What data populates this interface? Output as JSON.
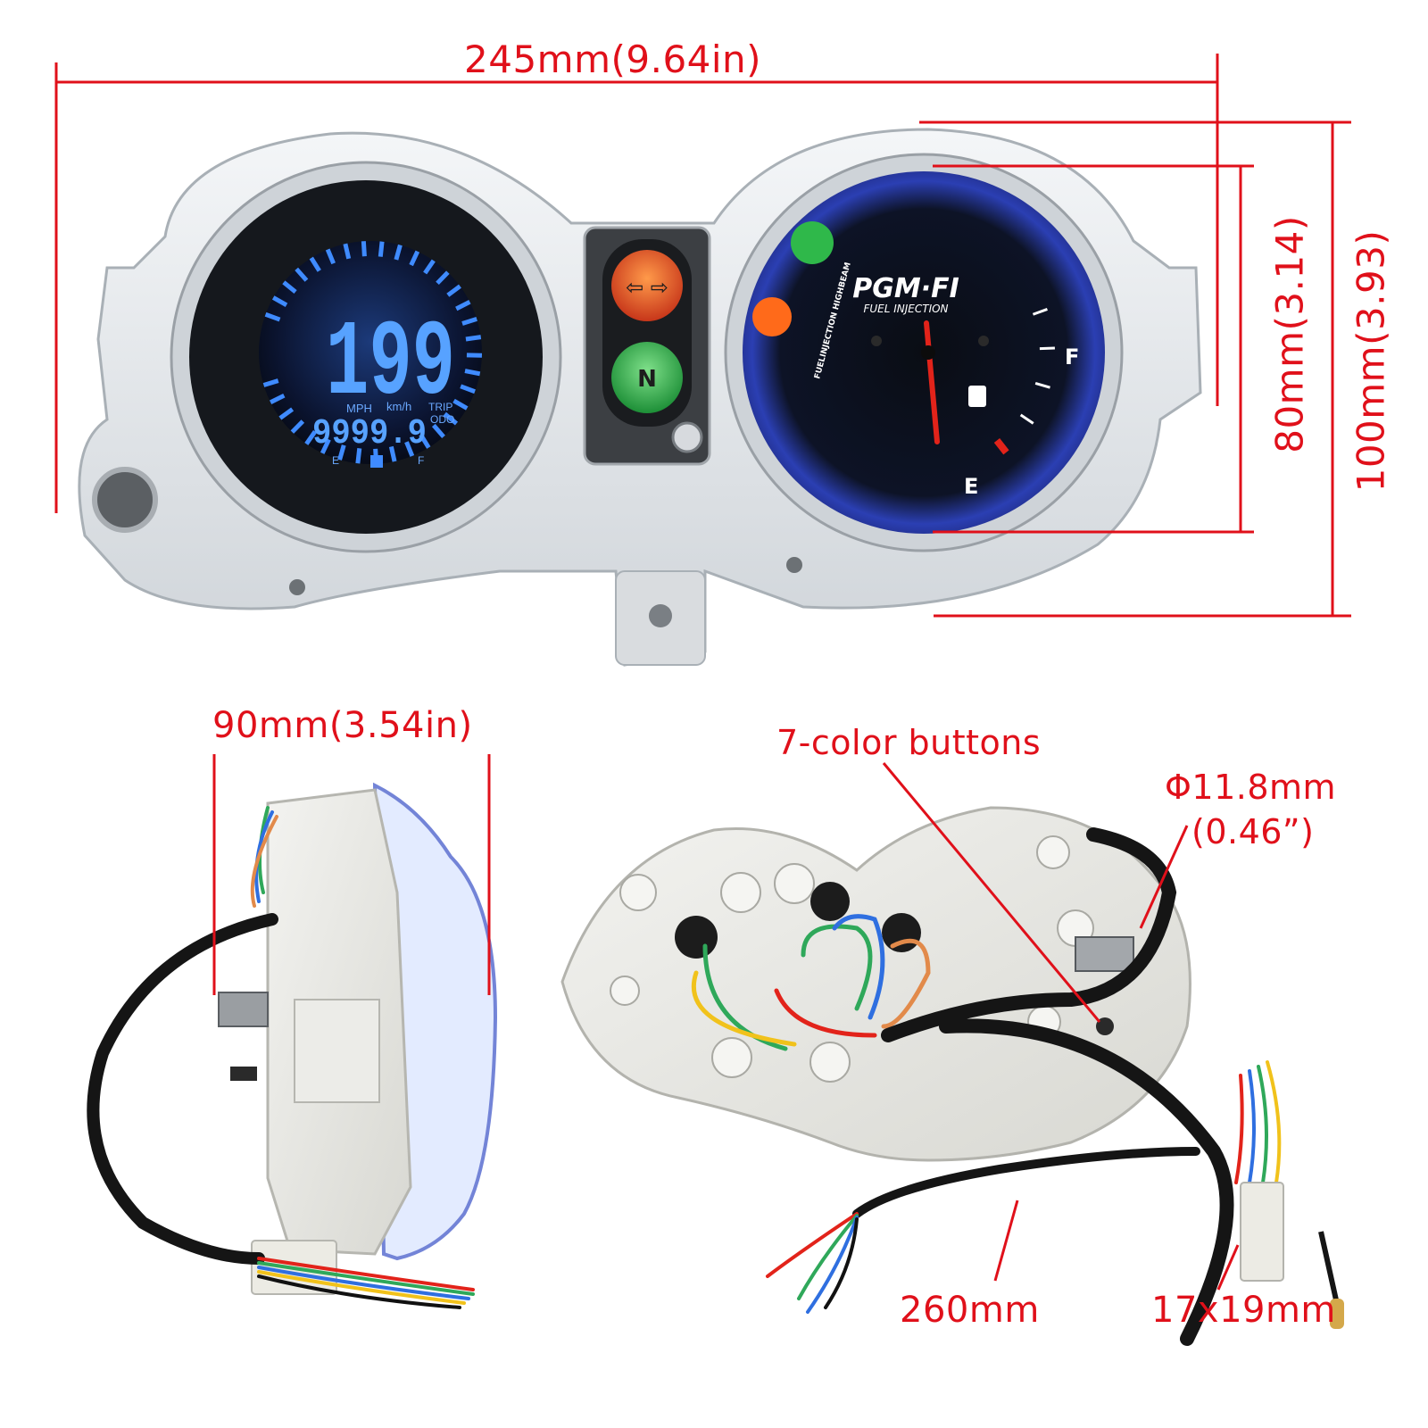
{
  "dimensions": {
    "overall_width": "245mm(9.64in)",
    "gauge_height": "80mm(3.14)",
    "overall_height": "100mm(3.93)",
    "depth": "90mm(3.54in)",
    "bolt_diameter_mm": "Φ11.8mm",
    "bolt_diameter_in": "(0.46”)",
    "cable_length": "260mm",
    "connector_size": "17x19mm"
  },
  "callouts": {
    "buttons": "7-color buttons"
  },
  "lcd": {
    "speed": "199",
    "unit_mph": "MPH",
    "unit_kmh": "km/h",
    "odometer": "9999.9",
    "trip": "TRIP",
    "odo": "ODO",
    "fuel_e": "E",
    "fuel_f": "F"
  },
  "fuel_gauge": {
    "brand": "PGM·FI",
    "subtitle": "FUEL INJECTION",
    "ring_text": "FUELINJECTION  HIGHBEAM",
    "full": "F",
    "empty": "E"
  },
  "indicators": {
    "turn": "⇦ ⇨",
    "neutral": "N"
  },
  "colors": {
    "dimension_red": "#e0101a",
    "lcd_blue": "#3f8bff",
    "indicator_green": "#2fb84a",
    "indicator_orange": "#ff6a1a",
    "needle_red": "#e2231a"
  }
}
